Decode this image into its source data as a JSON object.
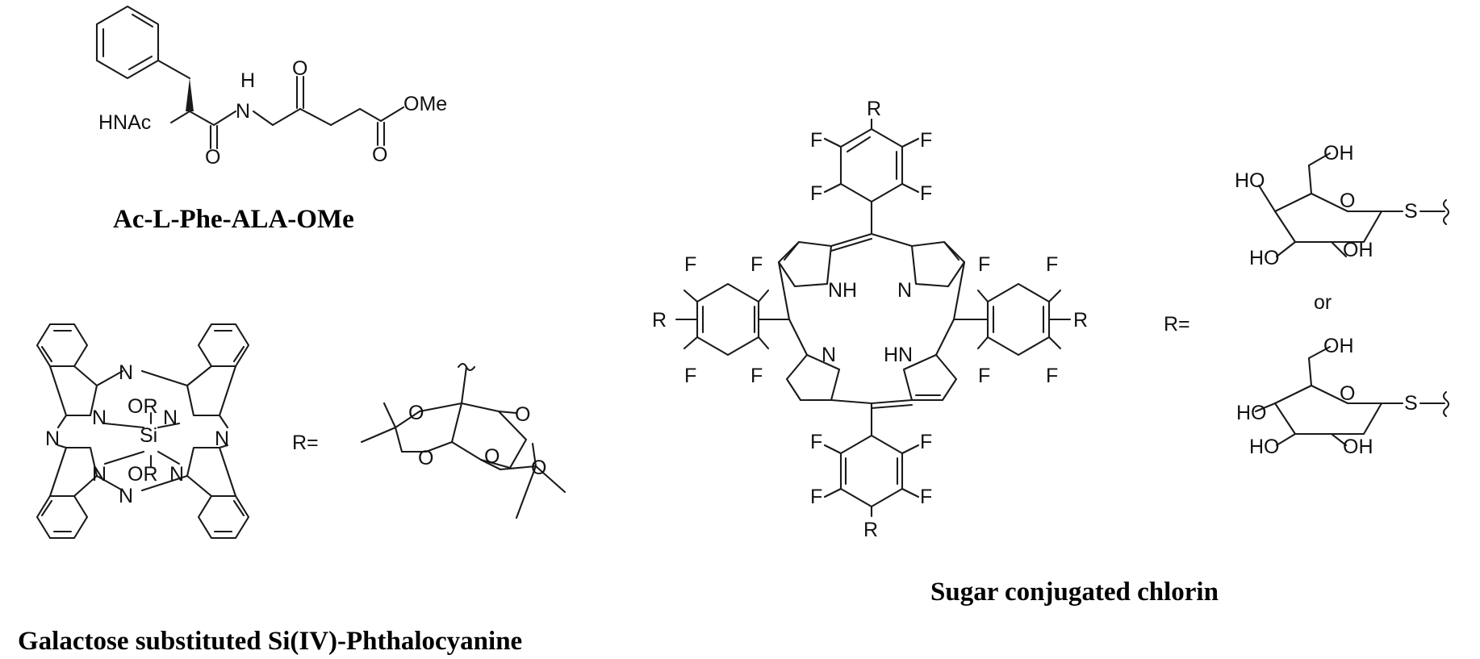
{
  "captions": {
    "phe_ala": "Ac-L-Phe-ALA-OMe",
    "phthalocyanine": "Galactose substituted Si(IV)-Phthalocyanine",
    "chlorin": "Sugar conjugated chlorin"
  },
  "labels": {
    "nh": "H",
    "n": "N",
    "o": "O",
    "ome": "OMe",
    "hnac": "HNAc",
    "si": "Si",
    "or": "OR",
    "r_equals": "R=",
    "r": "R",
    "f": "F",
    "nh_ring": "NH",
    "hn_ring": "HN",
    "s": "S",
    "oh": "OH",
    "ho": "HO",
    "or_word": "or"
  }
}
